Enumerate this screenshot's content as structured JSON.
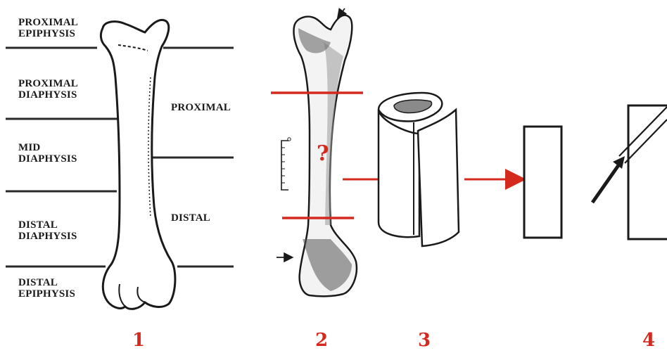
{
  "labels": {
    "proximal_epiphysis": [
      "PROXIMAL",
      "EPIPHYSIS"
    ],
    "proximal_diaphysis": [
      "PROXIMAL",
      "DIAPHYSIS"
    ],
    "mid_diaphysis": [
      "MID",
      "DIAPHYSIS"
    ],
    "distal_diaphysis": [
      "DISTAL",
      "DIAPHYSIS"
    ],
    "distal_epiphysis": [
      "DISTAL",
      "EPIPHYSIS"
    ],
    "proximal": "PROXIMAL",
    "distal": "DISTAL"
  },
  "question_mark": "?",
  "panel_numbers": [
    "1",
    "2",
    "3",
    "4"
  ],
  "colors": {
    "accent": "#d42a1e",
    "ink": "#1a1a1a"
  }
}
